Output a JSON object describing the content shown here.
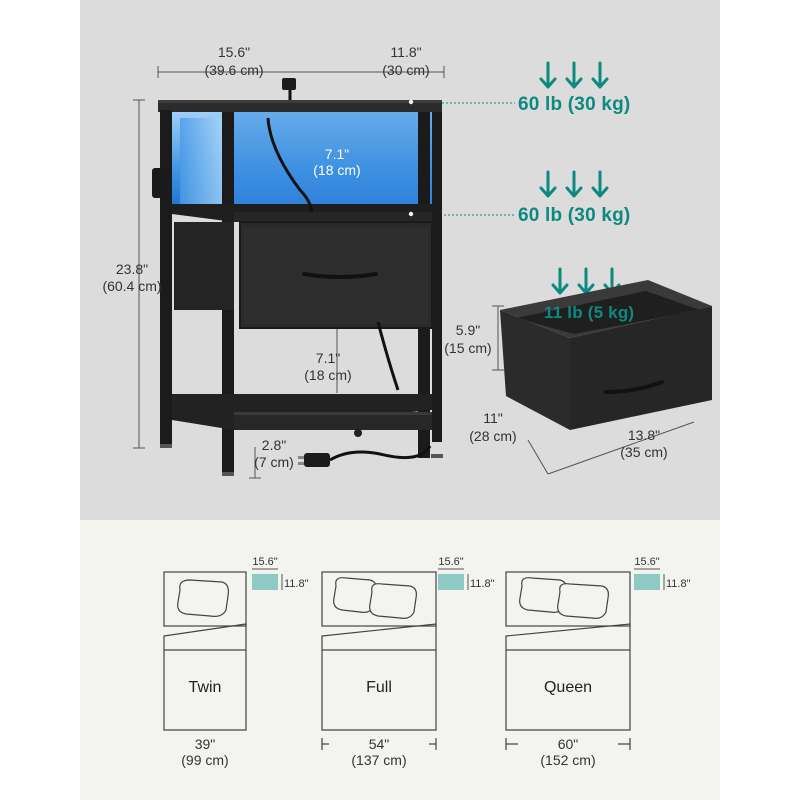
{
  "product": {
    "width_dim": {
      "in": "15.6\"",
      "cm": "(39.6 cm)"
    },
    "depth_dim": {
      "in": "11.8\"",
      "cm": "(30 cm)"
    },
    "height_dim": {
      "in": "23.8\"",
      "cm": "(60.4 cm)"
    },
    "upper_shelf_gap": {
      "in": "7.1\"",
      "cm": "(18 cm)"
    },
    "lower_shelf_gap": {
      "in": "7.1\"",
      "cm": "(18 cm)"
    },
    "leg_height": {
      "in": "2.8\"",
      "cm": "(7 cm)"
    }
  },
  "loads": {
    "top": "60 lb (30 kg)",
    "shelf": "60 lb (30 kg)",
    "drawer": "11 lb (5 kg)"
  },
  "drawer": {
    "height": {
      "in": "5.9\"",
      "cm": "(15 cm)"
    },
    "depth": {
      "in": "11\"",
      "cm": "(28 cm)"
    },
    "width": {
      "in": "13.8\"",
      "cm": "(35 cm)"
    }
  },
  "beds": [
    {
      "name": "Twin",
      "width_in": "39\"",
      "width_cm": "(99 cm)",
      "nightstand_w": "15.6\"",
      "nightstand_d": "11.8\""
    },
    {
      "name": "Full",
      "width_in": "54\"",
      "width_cm": "(137 cm)",
      "nightstand_w": "15.6\"",
      "nightstand_d": "11.8\""
    },
    {
      "name": "Queen",
      "width_in": "60\"",
      "width_cm": "(152 cm)",
      "nightstand_w": "15.6\"",
      "nightstand_d": "11.8\""
    }
  ],
  "colors": {
    "accent_teal": "#0d8a80",
    "nightstand_swatch": "#8fc9c3",
    "led_blue": "#3a8fe0",
    "frame_black": "#1e1e1e"
  },
  "icons": [
    "down-arrow-icon",
    "power-plug-icon"
  ]
}
